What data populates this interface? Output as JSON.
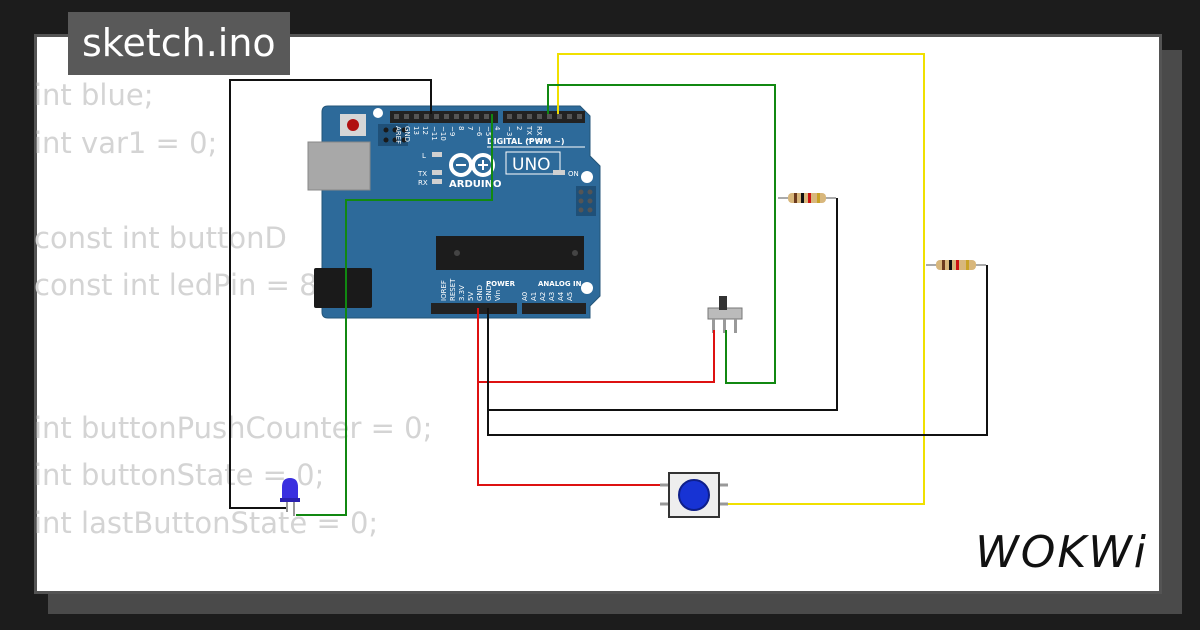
{
  "file_tab": {
    "label": "sketch.ino"
  },
  "code_lines": [
    "int blue;",
    "int var1 = 0;",
    "",
    "const int buttonD",
    "const int ledPin = 8;",
    "",
    "",
    "int buttonPushCounter = 0;",
    "int buttonState = 0;",
    "int lastButtonState = 0;"
  ],
  "board": {
    "logo_text": "ARDUINO",
    "model": "UNO",
    "digital_label": "DIGITAL (PWM ~)",
    "power_label": "POWER",
    "analog_label": "ANALOG IN",
    "on_label": "ON",
    "led_labels": [
      "L",
      "TX",
      "RX"
    ],
    "top_pins": [
      "AREF",
      "GND",
      "13",
      "12",
      "~11",
      "~10",
      "~9",
      "8",
      "7",
      "~6",
      "~5",
      "4",
      "~3",
      "2",
      "TX 1",
      "RX 0"
    ],
    "bottom_pins": [
      "IOREF",
      "RESET",
      "3.3V",
      "5V",
      "GND",
      "GND",
      "Vin",
      "A0",
      "A1",
      "A2",
      "A3",
      "A4",
      "A5"
    ]
  },
  "brand": {
    "name": "WOKWi"
  },
  "colors": {
    "board": "#2d6a9a",
    "wire_black": "#111111",
    "wire_green": "#118811",
    "wire_yellow": "#f0e000",
    "wire_red": "#dd1111",
    "led": "#3a2fe0",
    "button_cap": "#1733d4"
  }
}
